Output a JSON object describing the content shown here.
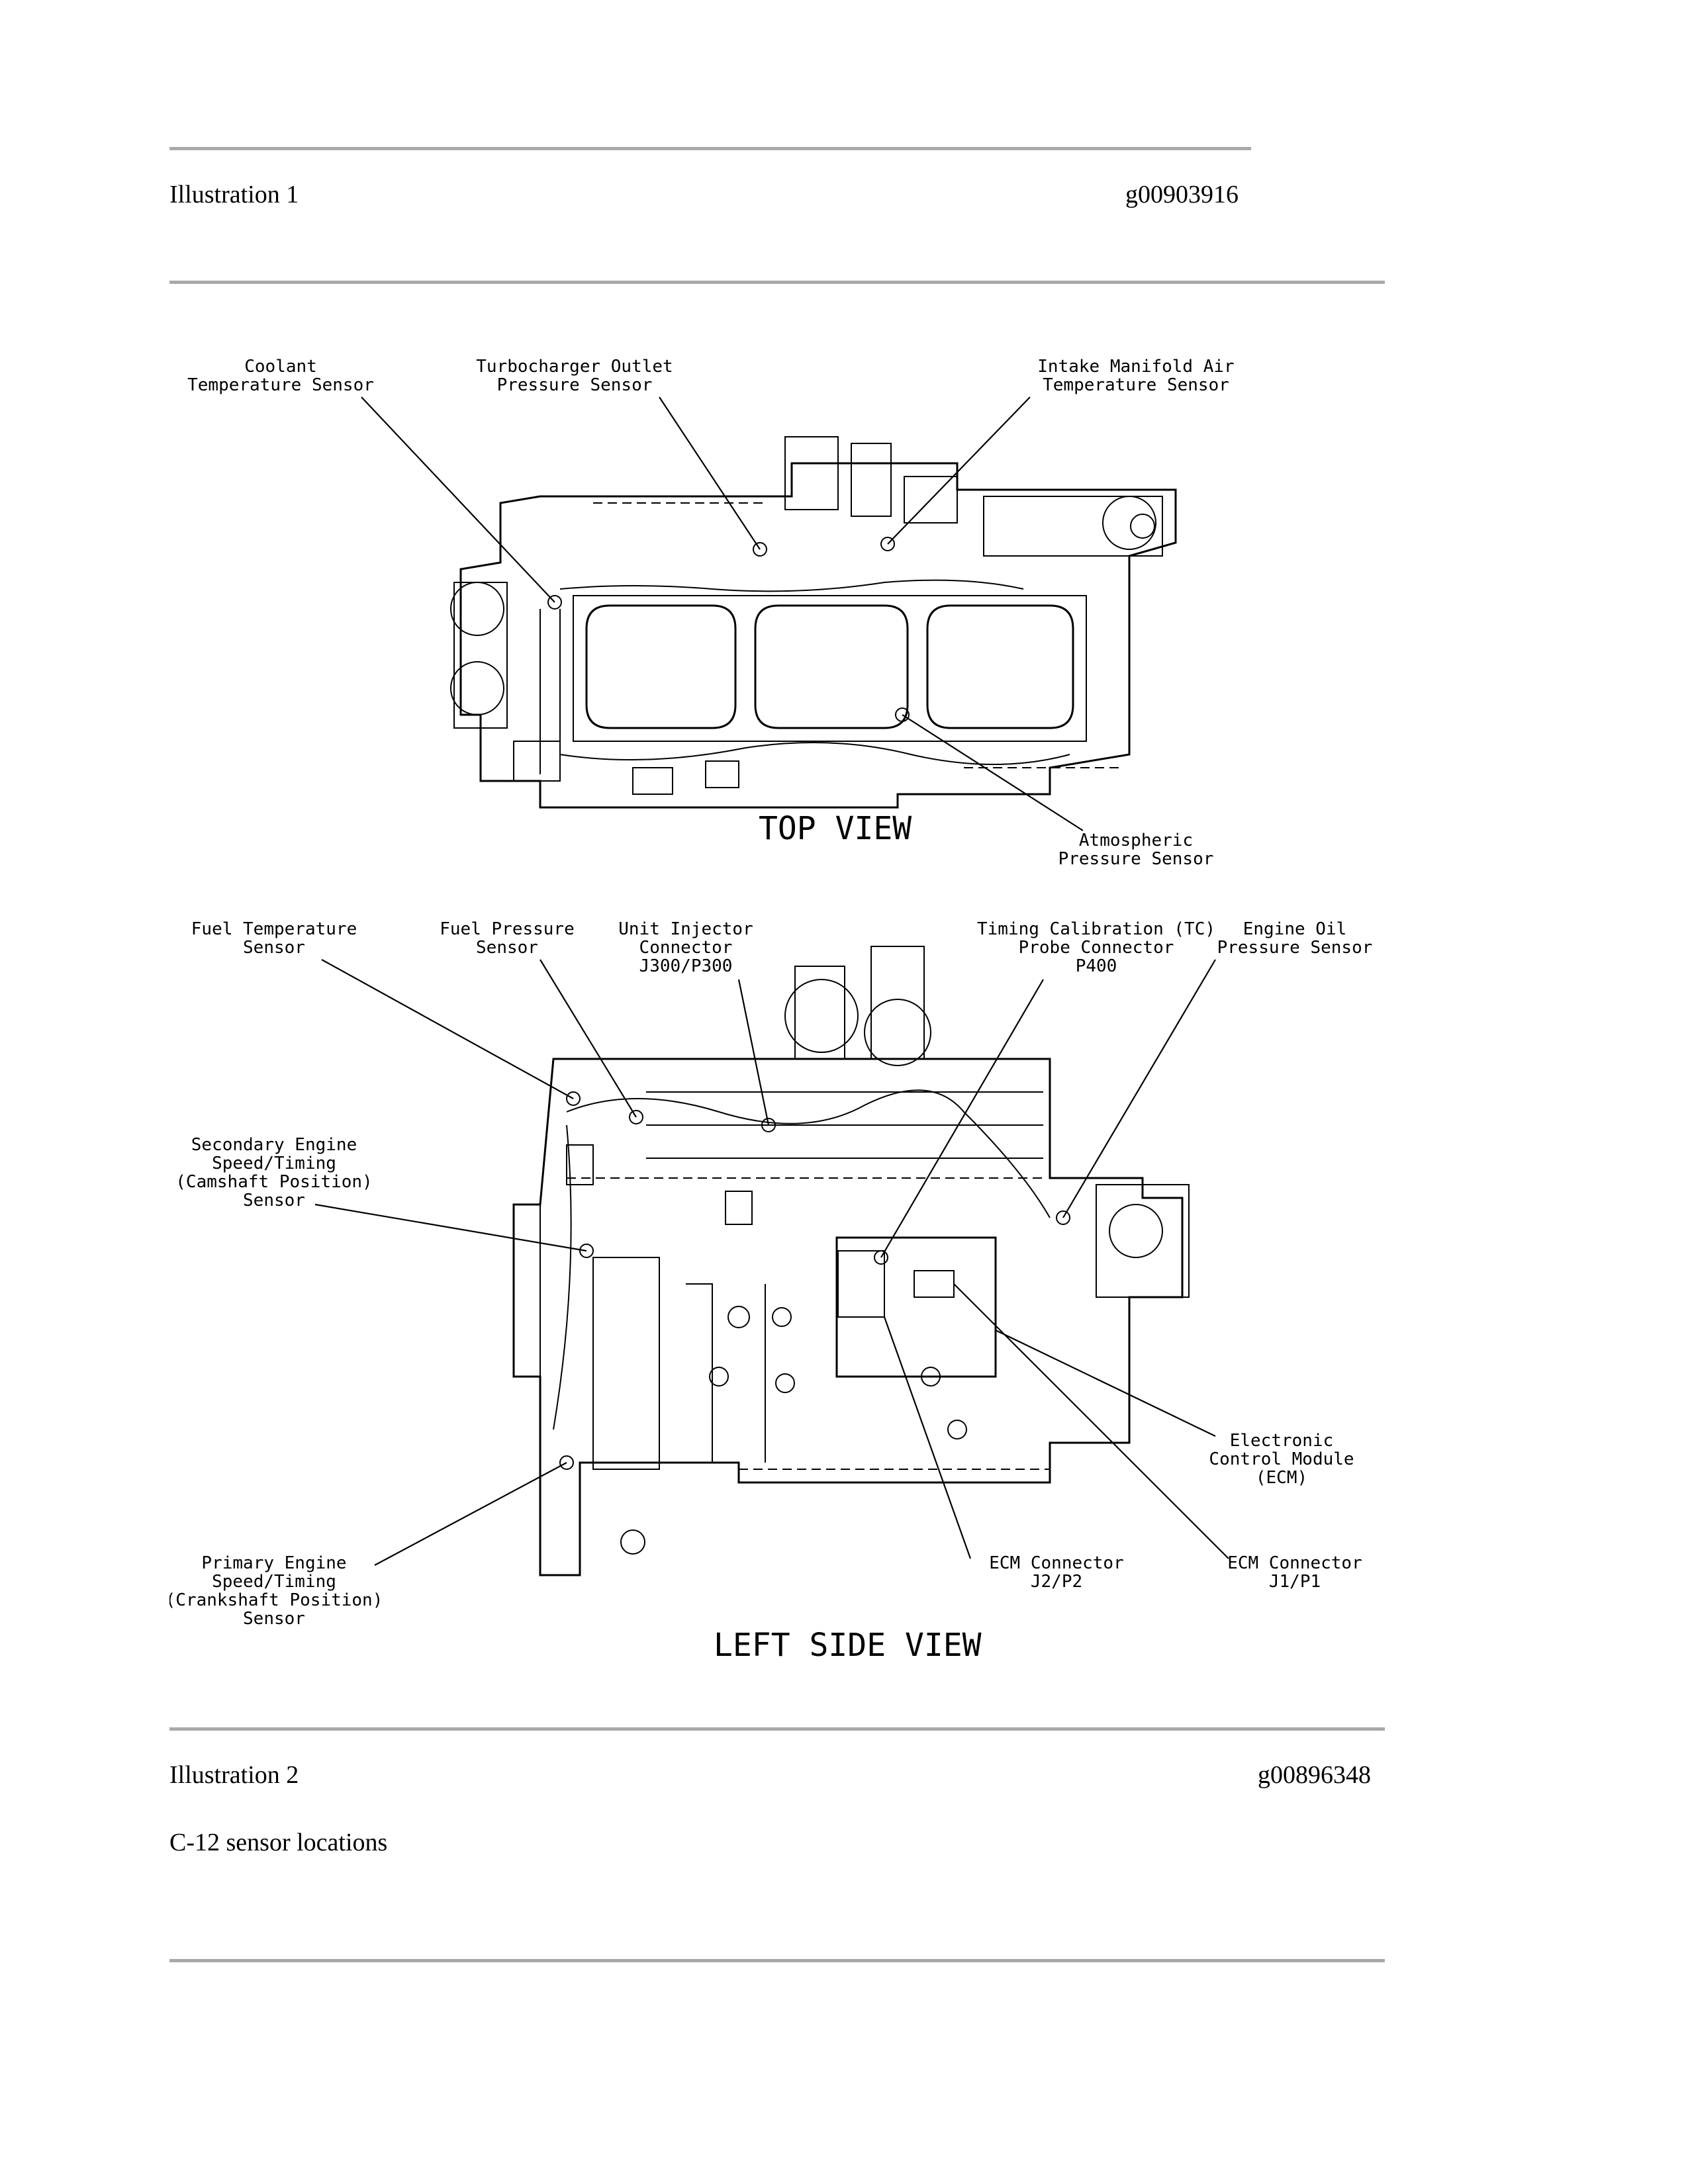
{
  "illustration1": {
    "label": "Illustration 1",
    "id": "g00903916"
  },
  "illustration2": {
    "label": "Illustration 2",
    "id": "g00896348",
    "caption": "C-12 sensor locations"
  },
  "diagram": {
    "top_view": {
      "title": "TOP VIEW",
      "labels": {
        "coolant_temp": [
          "Coolant",
          "Temperature Sensor"
        ],
        "turbo_outlet": [
          "Turbocharger Outlet",
          "Pressure Sensor"
        ],
        "intake_manifold": [
          "Intake Manifold Air",
          "Temperature Sensor"
        ],
        "atmospheric": [
          "Atmospheric",
          "Pressure Sensor"
        ]
      }
    },
    "left_side_view": {
      "title": "LEFT SIDE VIEW",
      "labels": {
        "fuel_temp": [
          "Fuel Temperature",
          "Sensor"
        ],
        "fuel_pressure": [
          "Fuel Pressure",
          "Sensor"
        ],
        "unit_injector": [
          "Unit Injector",
          "Connector",
          "J300/P300"
        ],
        "timing_calibration": [
          "Timing Calibration (TC)",
          "Probe Connector",
          "P400"
        ],
        "engine_oil": [
          "Engine Oil",
          "Pressure Sensor"
        ],
        "secondary_speed": [
          "Secondary Engine",
          "Speed/Timing",
          "(Camshaft Position)",
          "Sensor"
        ],
        "ecm": [
          "Electronic",
          "Control Module",
          "(ECM)"
        ],
        "primary_speed": [
          "Primary Engine",
          "Speed/Timing",
          "(Crankshaft Position)",
          "Sensor"
        ],
        "ecm_j2": [
          "ECM Connector",
          "J2/P2"
        ],
        "ecm_j1": [
          "ECM Connector",
          "J1/P1"
        ]
      }
    }
  },
  "colors": {
    "rule": "#a9a9a9",
    "text": "#000000",
    "background": "#ffffff"
  }
}
